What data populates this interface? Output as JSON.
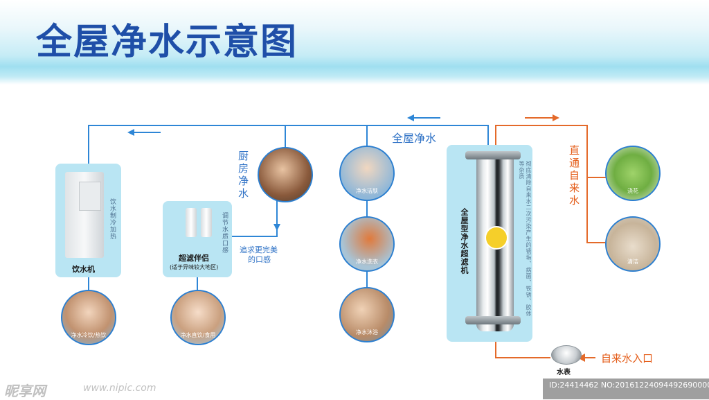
{
  "title": "全屋净水示意图",
  "labels": {
    "dispenser_panel": "饮水机",
    "dispenser_vertical": "饮水制冷加热",
    "companion_title": "超滤伴侣",
    "companion_sub": "(适于异味较大地区)",
    "companion_vertical": "调节水质口感",
    "pursuit": [
      "追求更完美",
      "的口感"
    ],
    "kitchen": [
      "厨",
      "房",
      "净",
      "水"
    ],
    "whole_house": "全屋净水",
    "filter_name": "全屋型净水超滤机",
    "filter_desc": "彻底清除自来水二次污染产生的锈垢、病菌、铁锈、胶体等杂质",
    "direct": [
      "直",
      "通",
      "自",
      "来",
      "水"
    ],
    "meter": "水表",
    "inlet": "自来水入口"
  },
  "scenes": {
    "face": "净水洁肤",
    "laundry": "净水洗衣",
    "bath": "净水沐浴",
    "drink_man": "净水冷饮/热饮",
    "drink_woman": "净水直饮/食用",
    "flower": "浇花",
    "cleaning": "清洁"
  },
  "watermark": {
    "site": "昵享网",
    "url": "www.nipic.com",
    "id": "ID:24414462 NO:20161224094492690000"
  },
  "colors": {
    "title": "#1f4fa8",
    "pure_pipe": "#2e86d6",
    "tap_pipe": "#e46a2a",
    "panel": "#b9e5f3"
  }
}
